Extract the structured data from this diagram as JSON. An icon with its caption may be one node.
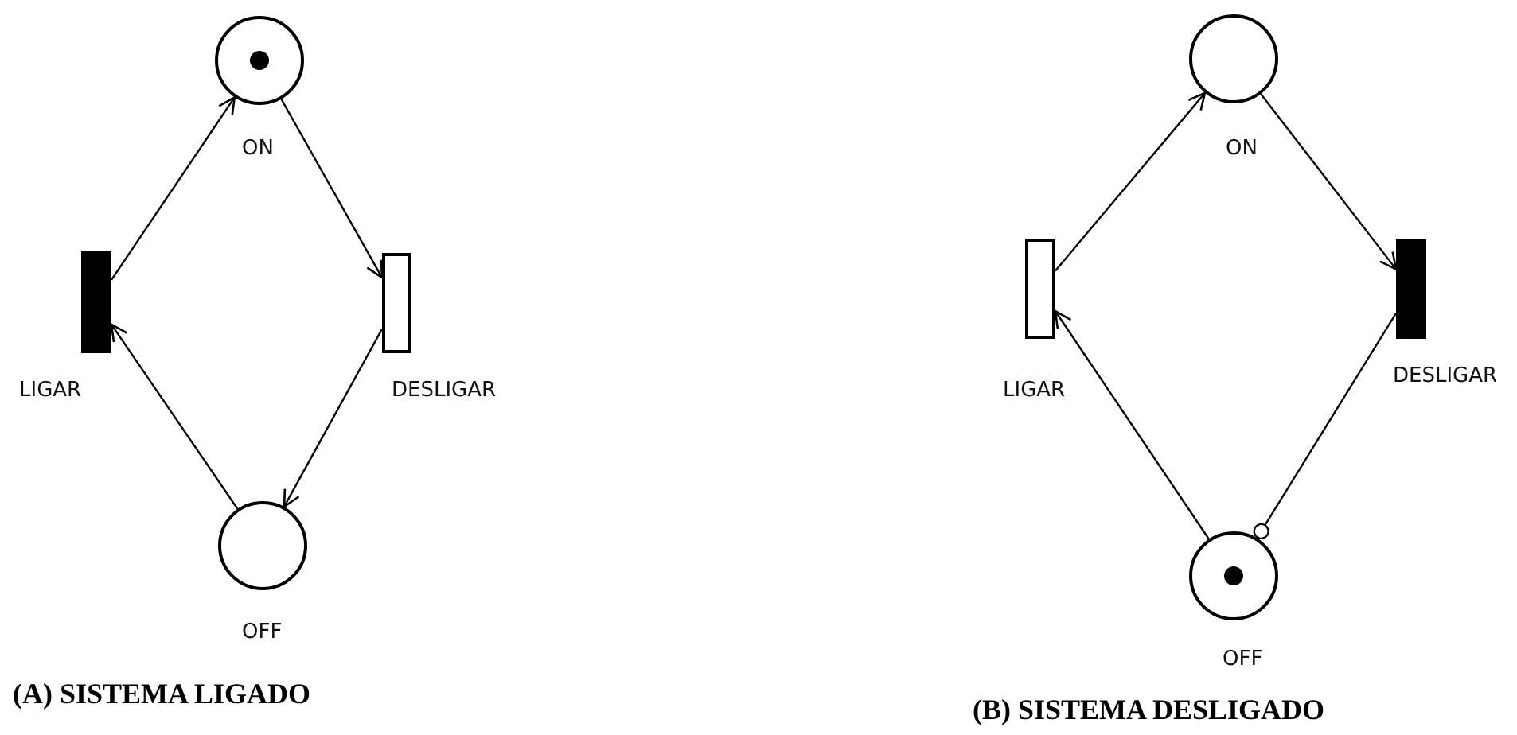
{
  "diagram": {
    "nodes": [
      {
        "text": [
          "ON"
        ]
      },
      {
        "text": [
          "LIGAR"
        ]
      },
      {
        "text": [
          "DESLIGAR"
        ]
      },
      {
        "text": [
          "OFF"
        ]
      },
      {
        "text": [
          "ON"
        ]
      },
      {
        "text": [
          "LIGAR"
        ]
      },
      {
        "text": [
          "DESLIGAR"
        ]
      },
      {
        "text": [
          "OFF"
        ]
      }
    ],
    "edges": [
      {
        "from": 1,
        "to": 0,
        "arrow": "to"
      },
      {
        "from": 0,
        "to": 2,
        "arrow": "to"
      },
      {
        "from": 2,
        "to": 3,
        "arrow": "to"
      },
      {
        "from": 3,
        "to": 1,
        "arrow": "to"
      },
      {
        "from": 5,
        "to": 4,
        "arrow": "to"
      },
      {
        "from": 4,
        "to": 6,
        "arrow": "to"
      },
      {
        "from": 7,
        "to": 5,
        "arrow": "to"
      },
      {
        "from": 6,
        "to": 7,
        "arrow": "other"
      }
    ],
    "labels": [
      "(A) SISTEMA LIGADO",
      "(B) SISTEMA DESLIGADO"
    ]
  }
}
